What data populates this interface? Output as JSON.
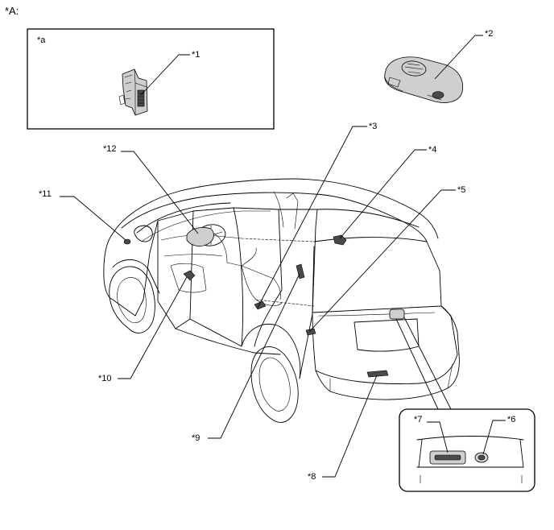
{
  "view_label": "*A:",
  "inset_label": "*a",
  "callouts": {
    "c1": "*1",
    "c2": "*2",
    "c3": "*3",
    "c4": "*4",
    "c5": "*5",
    "c6": "*6",
    "c7": "*7",
    "c8": "*8",
    "c9": "*9",
    "c10": "*10",
    "c11": "*11",
    "c12": "*12"
  },
  "icons": {
    "key_fob": "key-fob-icon",
    "ecu": "ecu-module-icon",
    "vehicle": "vehicle-outline-icon"
  }
}
